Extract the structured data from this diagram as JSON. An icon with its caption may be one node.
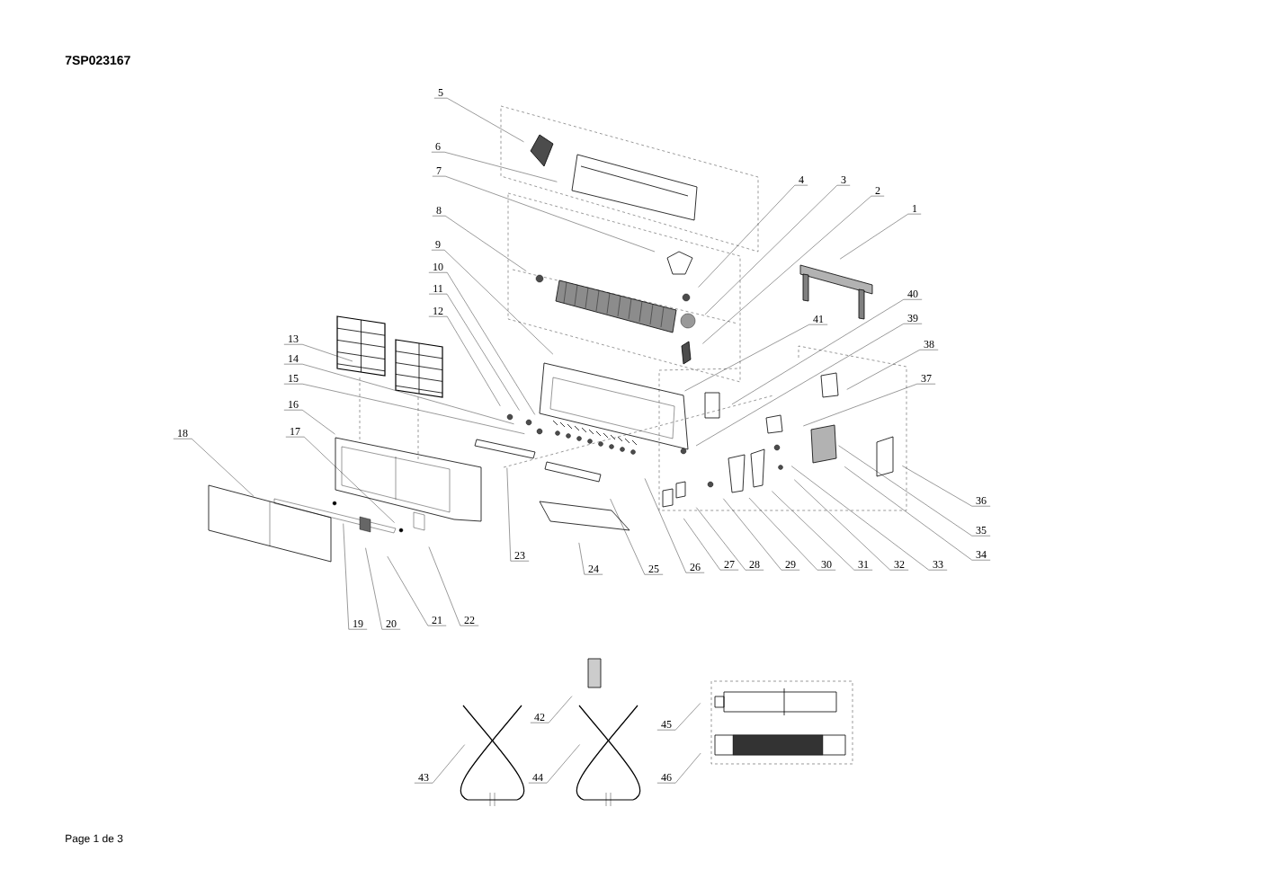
{
  "diagram": {
    "title": "7SP023167",
    "nodes": [
      {
        "text": [
          "1"
        ]
      },
      {
        "text": [
          "2"
        ]
      },
      {
        "text": [
          "3"
        ]
      },
      {
        "text": [
          "4"
        ]
      },
      {
        "text": [
          "5"
        ]
      },
      {
        "text": [
          "6"
        ]
      },
      {
        "text": [
          "7"
        ]
      },
      {
        "text": [
          "8"
        ]
      },
      {
        "text": [
          "9"
        ]
      },
      {
        "text": [
          "10"
        ]
      },
      {
        "text": [
          "11"
        ]
      },
      {
        "text": [
          "12"
        ]
      },
      {
        "text": [
          "13"
        ]
      },
      {
        "text": [
          "14"
        ]
      },
      {
        "text": [
          "15"
        ]
      },
      {
        "text": [
          "16"
        ]
      },
      {
        "text": [
          "17"
        ]
      },
      {
        "text": [
          "18"
        ]
      },
      {
        "text": [
          "19"
        ]
      },
      {
        "text": [
          "20"
        ]
      },
      {
        "text": [
          "21"
        ]
      },
      {
        "text": [
          "22"
        ]
      },
      {
        "text": [
          "23"
        ]
      },
      {
        "text": [
          "24"
        ]
      },
      {
        "text": [
          "25"
        ]
      },
      {
        "text": [
          "26"
        ]
      },
      {
        "text": [
          "27"
        ]
      },
      {
        "text": [
          "28"
        ]
      },
      {
        "text": [
          "29"
        ]
      },
      {
        "text": [
          "30"
        ]
      },
      {
        "text": [
          "31"
        ]
      },
      {
        "text": [
          "32"
        ]
      },
      {
        "text": [
          "33"
        ]
      },
      {
        "text": [
          "34"
        ]
      },
      {
        "text": [
          "35"
        ]
      },
      {
        "text": [
          "36"
        ]
      },
      {
        "text": [
          "37"
        ]
      },
      {
        "text": [
          "38"
        ]
      },
      {
        "text": [
          "39"
        ]
      },
      {
        "text": [
          "40"
        ]
      },
      {
        "text": [
          "41"
        ]
      },
      {
        "text": [
          "42"
        ]
      },
      {
        "text": [
          "43"
        ]
      },
      {
        "text": [
          "44"
        ]
      },
      {
        "text": [
          "45"
        ]
      },
      {
        "text": [
          "46"
        ]
      }
    ],
    "edges": [
      {
        "from": 0,
        "to": null,
        "arrow": "none"
      },
      {
        "from": 1,
        "to": null,
        "arrow": "none"
      },
      {
        "from": 2,
        "to": null,
        "arrow": "none"
      },
      {
        "from": 3,
        "to": null,
        "arrow": "none"
      },
      {
        "from": 4,
        "to": null,
        "arrow": "none"
      },
      {
        "from": 5,
        "to": null,
        "arrow": "none"
      },
      {
        "from": 6,
        "to": null,
        "arrow": "none"
      },
      {
        "from": 7,
        "to": null,
        "arrow": "none"
      },
      {
        "from": 8,
        "to": null,
        "arrow": "none"
      },
      {
        "from": 9,
        "to": null,
        "arrow": "none"
      },
      {
        "from": 10,
        "to": null,
        "arrow": "none"
      },
      {
        "from": 11,
        "to": null,
        "arrow": "none"
      },
      {
        "from": 12,
        "to": null,
        "arrow": "none"
      },
      {
        "from": 13,
        "to": null,
        "arrow": "none"
      },
      {
        "from": 14,
        "to": null,
        "arrow": "none"
      },
      {
        "from": 15,
        "to": null,
        "arrow": "none"
      },
      {
        "from": 16,
        "to": null,
        "arrow": "none"
      },
      {
        "from": 17,
        "to": null,
        "arrow": "none"
      },
      {
        "from": 18,
        "to": null,
        "arrow": "none"
      },
      {
        "from": 19,
        "to": null,
        "arrow": "none"
      },
      {
        "from": 20,
        "to": null,
        "arrow": "none"
      },
      {
        "from": 21,
        "to": null,
        "arrow": "none"
      },
      {
        "from": 22,
        "to": null,
        "arrow": "none"
      },
      {
        "from": 23,
        "to": null,
        "arrow": "none"
      },
      {
        "from": 24,
        "to": null,
        "arrow": "none"
      },
      {
        "from": 25,
        "to": null,
        "arrow": "none"
      },
      {
        "from": 26,
        "to": null,
        "arrow": "none"
      },
      {
        "from": 27,
        "to": null,
        "arrow": "none"
      },
      {
        "from": 28,
        "to": null,
        "arrow": "none"
      },
      {
        "from": 29,
        "to": null,
        "arrow": "none"
      },
      {
        "from": 30,
        "to": null,
        "arrow": "none"
      },
      {
        "from": 31,
        "to": null,
        "arrow": "none"
      },
      {
        "from": 32,
        "to": null,
        "arrow": "none"
      },
      {
        "from": 33,
        "to": null,
        "arrow": "none"
      },
      {
        "from": 34,
        "to": null,
        "arrow": "none"
      },
      {
        "from": 35,
        "to": null,
        "arrow": "none"
      },
      {
        "from": 36,
        "to": null,
        "arrow": "none"
      },
      {
        "from": 37,
        "to": null,
        "arrow": "none"
      },
      {
        "from": 38,
        "to": null,
        "arrow": "none"
      },
      {
        "from": 39,
        "to": null,
        "arrow": "none"
      },
      {
        "from": 40,
        "to": null,
        "arrow": "none"
      },
      {
        "from": 41,
        "to": null,
        "arrow": "none"
      },
      {
        "from": 42,
        "to": null,
        "arrow": "none"
      },
      {
        "from": 43,
        "to": null,
        "arrow": "none"
      },
      {
        "from": 44,
        "to": null,
        "arrow": "none"
      },
      {
        "from": 45,
        "to": null,
        "arrow": "none"
      }
    ],
    "labels": [
      "Page 1 de 3"
    ]
  }
}
